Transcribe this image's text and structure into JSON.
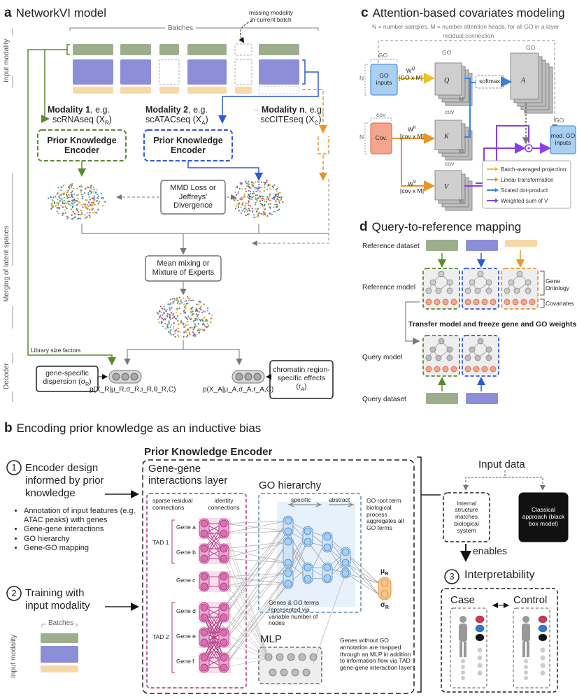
{
  "colors": {
    "green": "#5a8a2e",
    "blue": "#2e58d6",
    "orange": "#e8962a",
    "purple": "#8a3ee8",
    "magenta": "#b0307e",
    "go_blue": "#7fb2e0",
    "cov_red": "#e87a5a",
    "grey": "#888888"
  },
  "panel_a": {
    "letter": "a",
    "title": "NetworkVI model",
    "batches": "Batches",
    "missing_note_1": "missing modality",
    "missing_note_2": "in current batch",
    "input_modality": "Input modality",
    "merging": "Merging of latent spaces",
    "decoder": "Decoder",
    "mod1_bold": "Modality 1",
    "mod1_rest": ", e.g.",
    "mod1_seq": "scRNAseq (X",
    "mod1_sub": "R",
    "mod2_bold": "Modality 2",
    "mod2_rest": ", e.g.",
    "mod2_seq": "scATACseq (X",
    "mod2_sub": "A",
    "modn_bold": "Modality n",
    "modn_rest": ", e.g.",
    "modn_seq": "scCITEseq (X",
    "modn_sub": "C",
    "dots": "··",
    "encoder": "Prior Knowledge Encoder",
    "loss": "MMD Loss or Jeffreys' Divergence",
    "mixing": "Mean mixing or Mixture of Experts",
    "library": "Library size factors",
    "gene_disp": "gene-specific dispersion (σ",
    "gene_disp_sub": "R",
    "chromatin": "chromatin region-specific effects (r",
    "chromatin_sub": "A",
    "pR": "p(X_R|μ_R,σ_R,ι_R,θ_R,C)",
    "pA": "p(X_A|μ_A,σ_A,r_A,C)"
  },
  "panel_b": {
    "letter": "b",
    "title": "Encoding prior knowledge as an inductive bias",
    "pke_title": "Prior Knowledge Encoder",
    "step1_num": "1",
    "step1": "Encoder design informed by prior knowledge",
    "bullets": [
      "Annotation of input features (e.g. ATAC peaks) with genes",
      "Gene-gene interactions",
      "GO hierarchy",
      "Gene-GO mapping"
    ],
    "step2_num": "2",
    "step2": "Training with input modality",
    "batches": "Batches",
    "input_modality": "Input modality",
    "gg_title": "Gene-gene interactions layer",
    "sparse": "sparse residual connections",
    "identity": "identity connections",
    "tad1": "TAD 1",
    "tad2": "TAD 2",
    "genes": [
      "Gene a",
      "Gene b",
      "Gene c",
      "Gene d",
      "Gene e",
      "Gene f"
    ],
    "go_title": "GO hierarchy",
    "specific": "specific",
    "abstract": "abstract",
    "go_root": "GO root term biological process aggregates all GO terms",
    "genes_go": "Genes & GO terms represented via variable number of nodes",
    "mlp": "MLP",
    "mlp_note": "Genes without GO annotation are mapped through an MLP in addition to information flow via TAD gene-gene interaction layer",
    "mu": "μ",
    "sigma": "σ",
    "sub_R": "R",
    "input_data": "Input data",
    "internal": "Internal structure matches biological system",
    "classical": "Classical approach (black box model)",
    "enables": "enables",
    "step3_num": "3",
    "interp": "Interpretability",
    "case": "Case",
    "control": "Control"
  },
  "panel_c": {
    "letter": "c",
    "title": "Attention-based covariates modeling",
    "subtitle": "N = number samples, M = number attention heads, for all GO in a layer",
    "residual": "residual connection",
    "go_inputs": "GO inputs",
    "cov": "Cov.",
    "wq": "W",
    "wq_sup": "Q",
    "wq_dim": "[GO x M]",
    "wk": "W",
    "wk_sup": "K",
    "wk_dim": "[cov x M]",
    "wv": "W",
    "wv_sup": "V",
    "wv_dim": "[cov x M]",
    "q": "Q",
    "k": "K",
    "v": "V",
    "a": "A",
    "softmax": "softmax",
    "mod_go": "mod. GO inputs",
    "n": "N",
    "m": "M",
    "go": "GO",
    "cov_lbl": "cov",
    "legend": [
      {
        "label": "Batch-averaged projection",
        "color": "#f2c020"
      },
      {
        "label": "Linear transformation",
        "color": "#e8962a"
      },
      {
        "label": "Scaled dot-product",
        "color": "#3a82d8"
      },
      {
        "label": "Weighted sum of V",
        "color": "#8a3ee8"
      }
    ]
  },
  "panel_d": {
    "letter": "d",
    "title": "Query-to-reference mapping",
    "ref_dataset": "Reference dataset",
    "ref_model": "Reference model",
    "transfer": "Transfer model and freeze gene and GO weights",
    "query_model": "Query model",
    "query_dataset": "Query dataset",
    "gene_ontology": "Gene Ontology",
    "covariates": "Covariates"
  }
}
